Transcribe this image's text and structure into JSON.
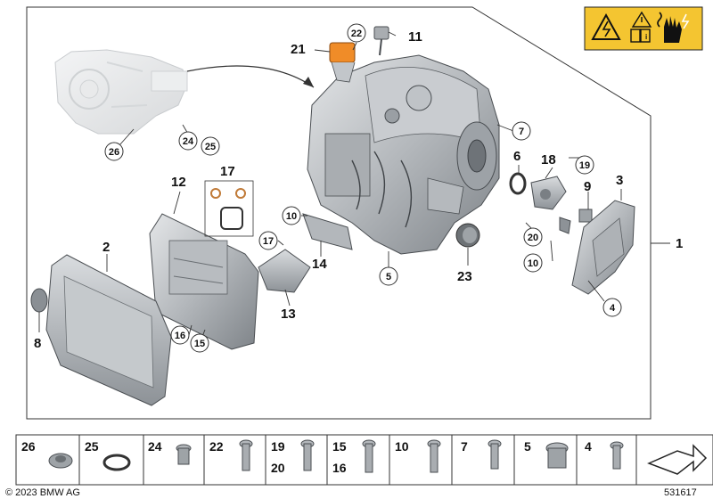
{
  "callouts": {
    "c1": "1",
    "c2": "2",
    "c3": "3",
    "c4": "4",
    "c5": "5",
    "c6": "6",
    "c7": "7",
    "c8": "8",
    "c9": "9",
    "c10a": "10",
    "c10b": "10",
    "c11": "11",
    "c12": "12",
    "c13": "13",
    "c14": "14",
    "c15": "15",
    "c16": "16",
    "c17a": "17",
    "c17b": "17",
    "c18": "18",
    "c19": "19",
    "c20": "20",
    "c21": "21",
    "c22": "22",
    "c23": "23",
    "c24": "24",
    "c25": "25",
    "c26": "26"
  },
  "parts_strip": [
    {
      "label": "26",
      "icon": "drain-plug-icon"
    },
    {
      "label": "25",
      "icon": "seal-ring-icon"
    },
    {
      "label": "24",
      "icon": "plug-screw-icon"
    },
    {
      "label": "22",
      "icon": "bolt-icon"
    },
    {
      "label": "19",
      "label2": "20",
      "icon": "bolt-icon"
    },
    {
      "label": "15",
      "label2": "16",
      "icon": "bolt-icon"
    },
    {
      "label": "10",
      "icon": "bolt-icon"
    },
    {
      "label": "7",
      "icon": "bolt-icon"
    },
    {
      "label": "5",
      "icon": "screw-plug-icon"
    },
    {
      "label": "4",
      "icon": "bolt-icon"
    }
  ],
  "footer": {
    "copyright": "© 2023 BMW AG",
    "diagram_number": "531617"
  },
  "colors": {
    "warning_yellow": "#f4c531",
    "highlight_orange": "#f08c28",
    "part_gray": "#b9bcbf",
    "line": "#333333"
  }
}
